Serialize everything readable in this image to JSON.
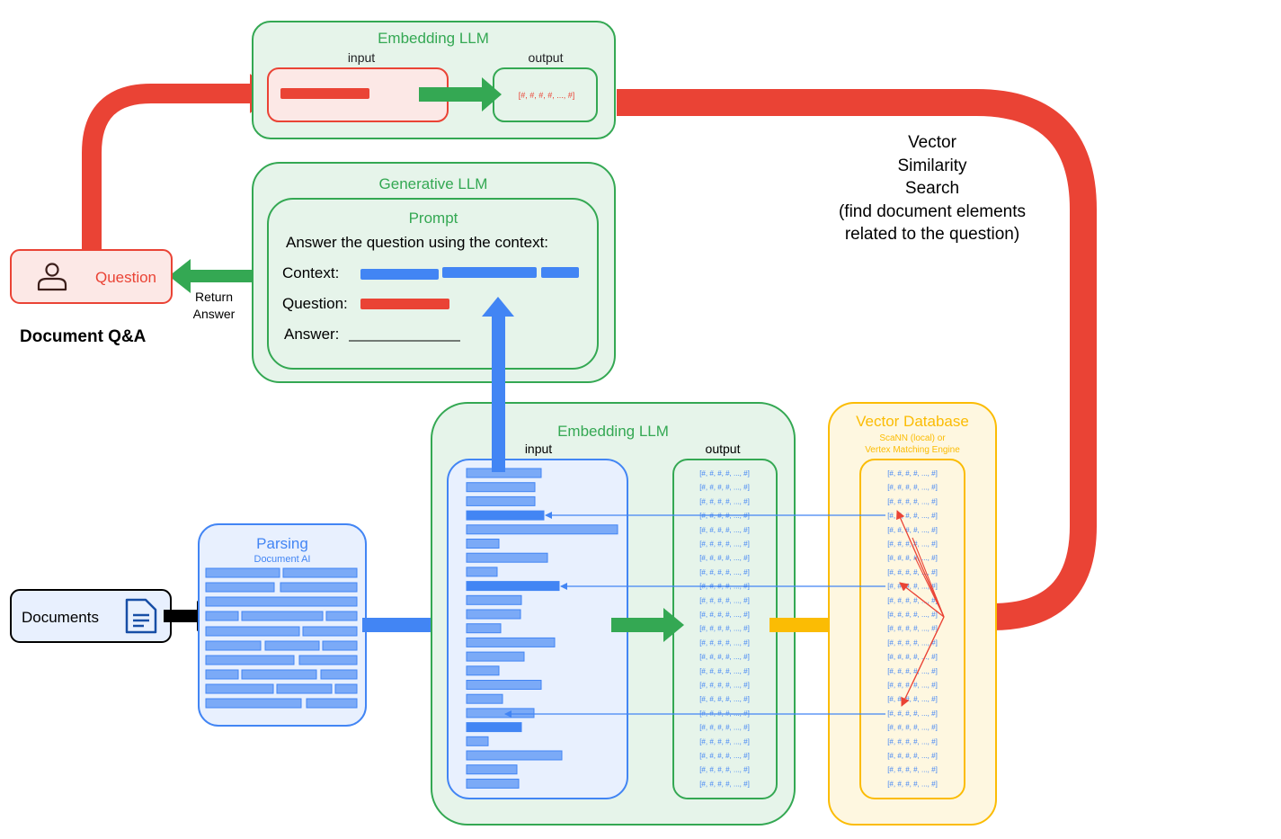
{
  "colors": {
    "red": "#EA4335",
    "red_fill": "#FCE8E6",
    "green": "#34A853",
    "green_stroke": "#34A853",
    "green_fill": "#E6F4EA",
    "blue": "#4285F4",
    "blue_fill": "#E8F0FE",
    "blue_bar": "#7BAAF7",
    "yellow": "#FBBC04",
    "yellow_fill": "#FEF7E0",
    "black": "#000000"
  },
  "embedding_top": {
    "title": "Embedding LLM",
    "input_label": "input",
    "output_label": "output",
    "output_vector": "[#, #, #, #, ..., #]"
  },
  "generative": {
    "title": "Generative LLM",
    "prompt_title": "Prompt",
    "instruction": "Answer the question using the context:",
    "context_label": "Context:",
    "question_label": "Question:",
    "answer_label": "Answer:"
  },
  "user": {
    "question_label": "Question",
    "return_line1": "Return",
    "return_line2": "Answer",
    "section_title": "Document Q&A"
  },
  "search": {
    "line1": "Vector",
    "line2": "Similarity",
    "line3": "Search",
    "line4": "(find document elements",
    "line5": "related to the question)"
  },
  "documents": {
    "label": "Documents"
  },
  "parsing": {
    "title": "Parsing",
    "subtitle": "Document AI"
  },
  "embedding_bottom": {
    "title": "Embedding LLM",
    "input_label": "input",
    "output_label": "output",
    "vector_text": "[#, #, #, #, ..., #]"
  },
  "vector_db": {
    "title": "Vector Database",
    "subtitle1": "ScaNN (local) or",
    "subtitle2": "Vertex Matching Engine",
    "vector_text": "[#, #, #, #, ..., #]"
  }
}
